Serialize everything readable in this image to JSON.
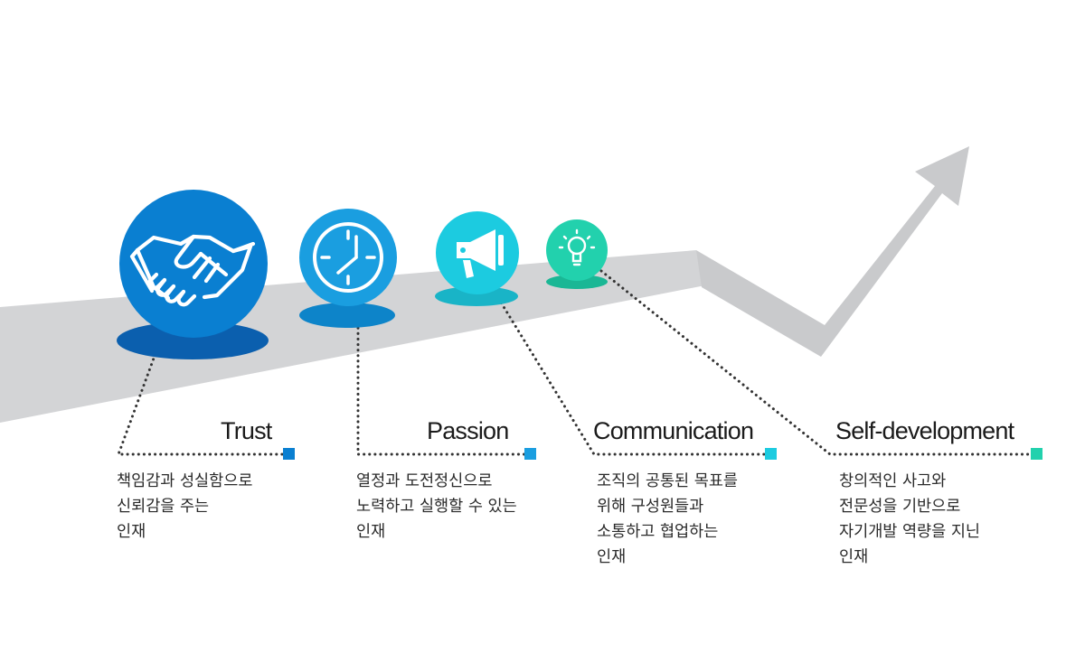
{
  "values": [
    {
      "key": "trust",
      "title": "Trust",
      "description": [
        "책임감과 성실함으로",
        "신뢰감을 주는",
        "인재"
      ],
      "icon": "handshake-icon",
      "color": "#0a7fd1",
      "shadow_color": "#0b5fae"
    },
    {
      "key": "passion",
      "title": "Passion",
      "description": [
        "열정과 도전정신으로",
        "노력하고 실행할 수 있는",
        "인재"
      ],
      "icon": "clock-icon",
      "color": "#1a9ee0",
      "shadow_color": "#0d84c9"
    },
    {
      "key": "communication",
      "title": "Communication",
      "description": [
        "조직의 공통된 목표를",
        "위해 구성원들과",
        "소통하고 협업하는",
        "인재"
      ],
      "icon": "megaphone-icon",
      "color": "#1ccbe0",
      "shadow_color": "#19b4c7"
    },
    {
      "key": "self_development",
      "title": "Self-development",
      "description": [
        "창의적인 사고와",
        "전문성을 기반으로",
        "자기개발 역량을 지닌",
        "인재"
      ],
      "icon": "lightbulb-icon",
      "color": "#22d1ad",
      "shadow_color": "#1ab795"
    }
  ],
  "road_color": "#d3d4d6",
  "arrow_color": "#c9cacc",
  "connector_color": "#333333"
}
